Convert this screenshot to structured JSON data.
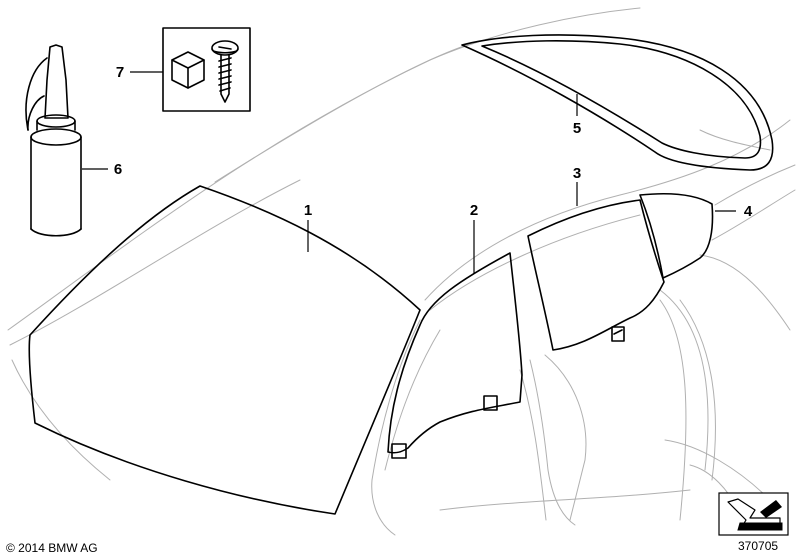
{
  "callouts": [
    {
      "id": "windscreen",
      "label": "1"
    },
    {
      "id": "front-door-window",
      "label": "2"
    },
    {
      "id": "rear-door-window",
      "label": "3"
    },
    {
      "id": "rear-quarter-window",
      "label": "4"
    },
    {
      "id": "rear-window",
      "label": "5"
    },
    {
      "id": "adhesive-bottle",
      "label": "6"
    },
    {
      "id": "fastener-kit",
      "label": "7"
    }
  ],
  "footer": {
    "copyright": "© 2014 BMW AG",
    "document_number": "370705"
  },
  "colors": {
    "outline": "#000000",
    "body_lines": "#b0b0b0",
    "background": "#ffffff"
  },
  "icons": [
    "arrow-navigation-icon"
  ]
}
